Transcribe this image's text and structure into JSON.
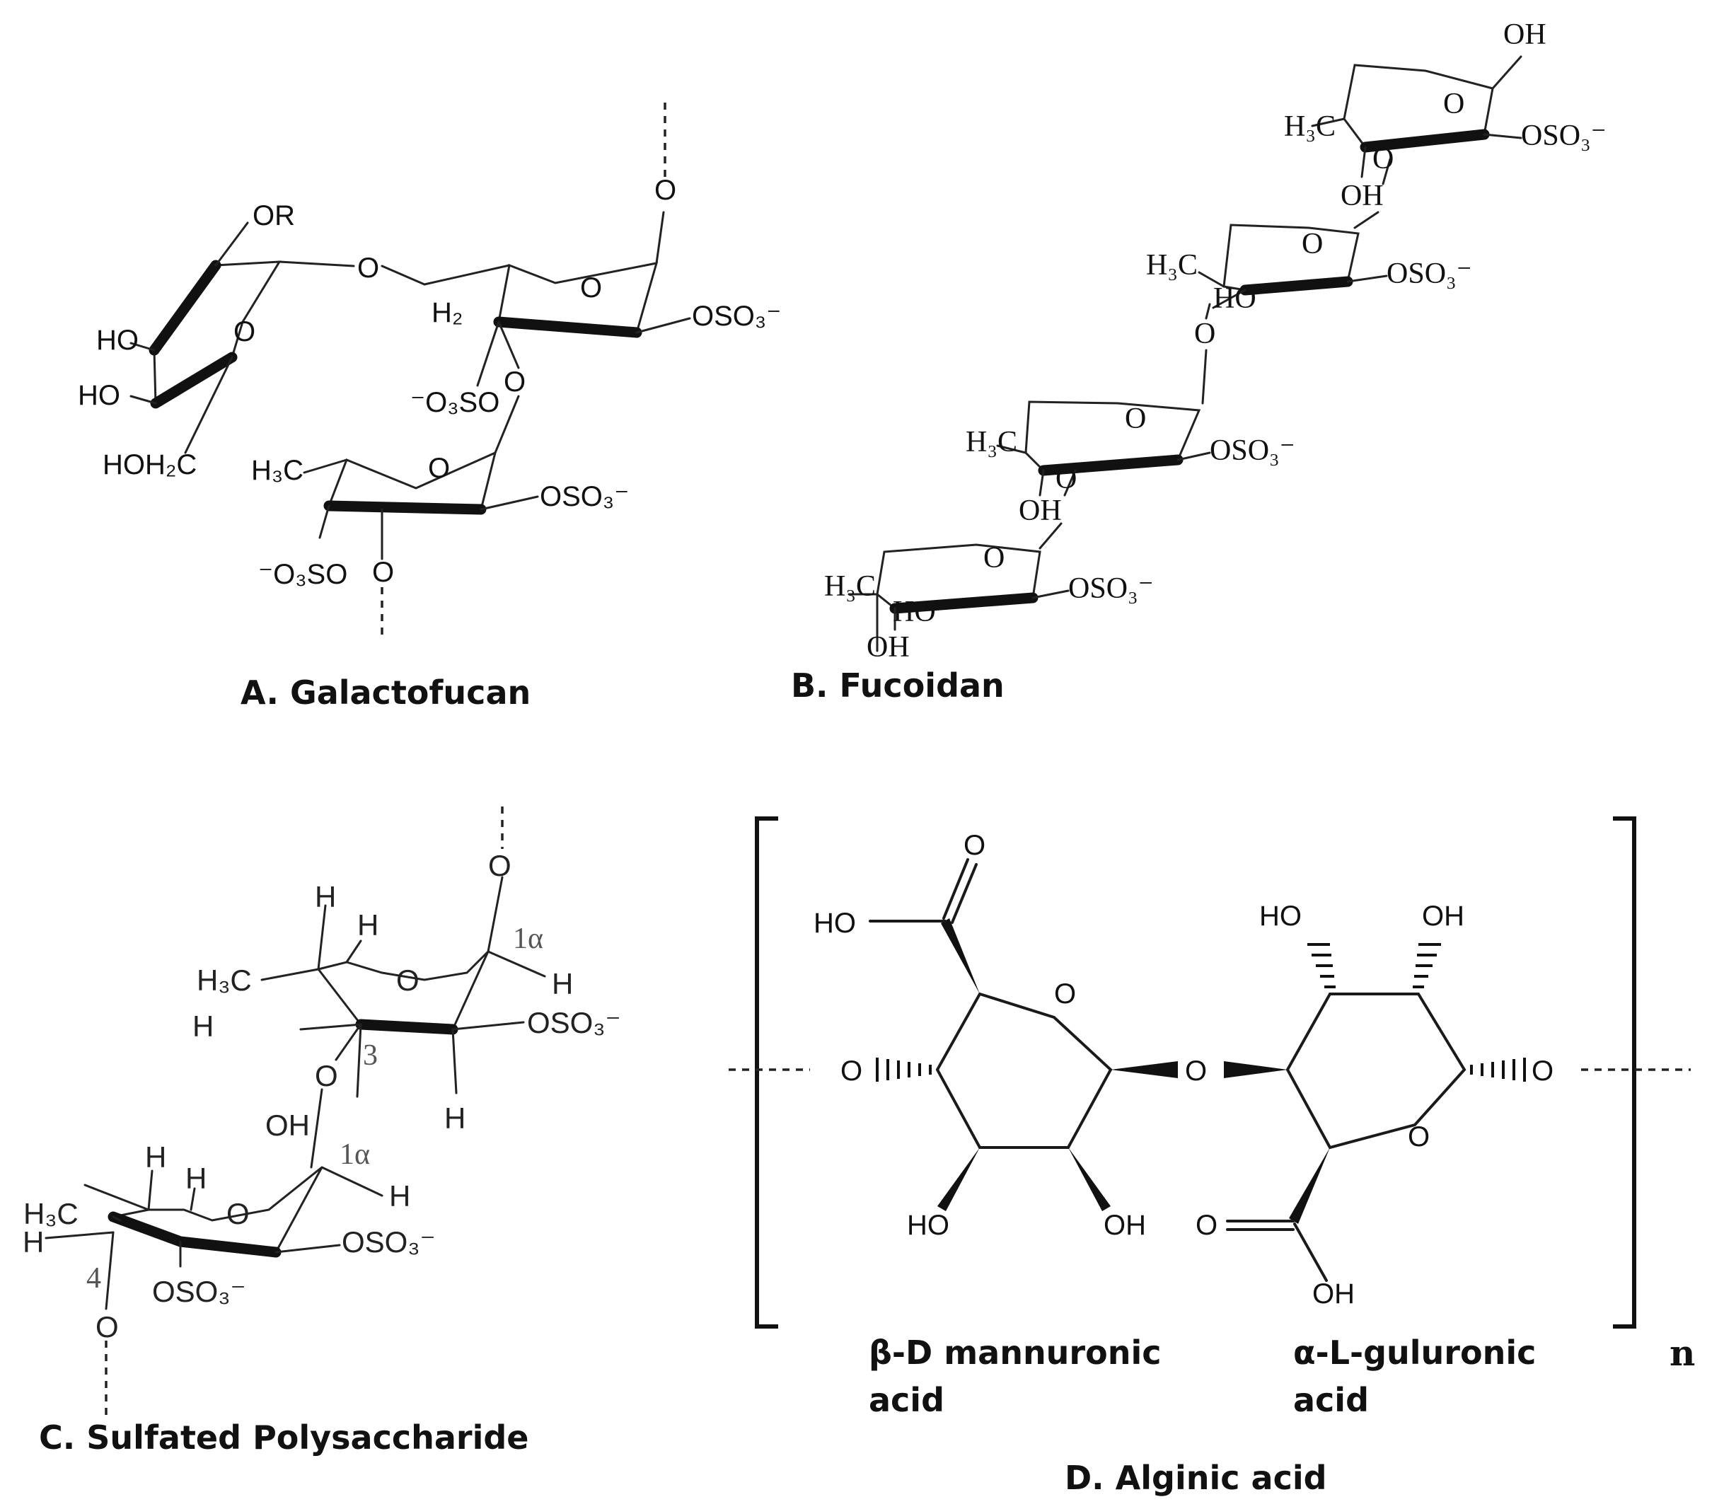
{
  "panels": {
    "a": {
      "caption": "A. Galactofucan",
      "atoms": {
        "or": "OR",
        "ho1": "HO",
        "ho2": "HO",
        "hoh2c": "HOH₂C",
        "o_link": "O",
        "o_ring_gal": "O",
        "h2": "H₂",
        "o_ring_fuc1": "O",
        "o_top": "O",
        "oso3_1": "OSO₃⁻",
        "o3so_1": "⁻O₃SO",
        "o_mid": "O",
        "h3c": "H₃C",
        "o_ring_fuc2": "O",
        "oso3_2": "OSO₃⁻",
        "o3so_2": "⁻O₃SO",
        "o_bottom": "O"
      }
    },
    "b": {
      "caption": "B. Fucoidan",
      "atoms": {
        "oh_top": "OH",
        "o_r1": "O",
        "h3c_1": "H₃C",
        "oso3_1": "OSO₃⁻",
        "o_l1": "O",
        "oh_1": "OH",
        "o_r2": "O",
        "h3c_2": "H₃C",
        "oso3_2": "OSO₃⁻",
        "ho_2": "HO",
        "o_l2": "O",
        "o_r3": "O",
        "h3c_3": "H₃C",
        "oso3_3": "OSO₃⁻",
        "o_l3": "O",
        "oh_3": "OH",
        "o_r4": "O",
        "h3c_4": "H₃C",
        "oso3_4": "OSO₃⁻",
        "ho_4": "HO",
        "oh_4": "OH"
      }
    },
    "c": {
      "caption": "C. Sulfated Polysaccharide",
      "atoms": {
        "o_top": "O",
        "h_1": "H",
        "h_2": "H",
        "alpha_1": "1α",
        "h3c_1": "H₃C",
        "o_r1": "O",
        "h_3": "H",
        "h_4": "H",
        "oso3_1": "OSO₃⁻",
        "num3": "3",
        "o_link": "O",
        "oh": "OH",
        "h_5": "H",
        "h_6": "H",
        "h_7": "H",
        "alpha_2": "1α",
        "h3c_2": "H₃C",
        "o_r2": "O",
        "h_8": "H",
        "h_9": "H",
        "oso3_2": "OSO₃⁻",
        "oso3_3": "OSO₃⁻",
        "num4": "4",
        "o_bottom": "O"
      }
    },
    "d": {
      "caption": "D. Alginic acid",
      "label_m1": "β-D mannuronic",
      "label_m2": "acid",
      "label_g1": "α-L-guluronic",
      "label_g2": "acid",
      "repeat": "n",
      "atoms": {
        "o_carb1": "O",
        "ho_carb1": "HO",
        "o_ring1": "O",
        "o_left": "O",
        "ho_b1": "HO",
        "oh_b1": "OH",
        "o_glyc": "O",
        "ho_t2": "HO",
        "oh_t2": "OH",
        "o_right": "O",
        "o_ring2": "O",
        "o_carb2": "O",
        "oh_carb2": "OH"
      }
    }
  }
}
